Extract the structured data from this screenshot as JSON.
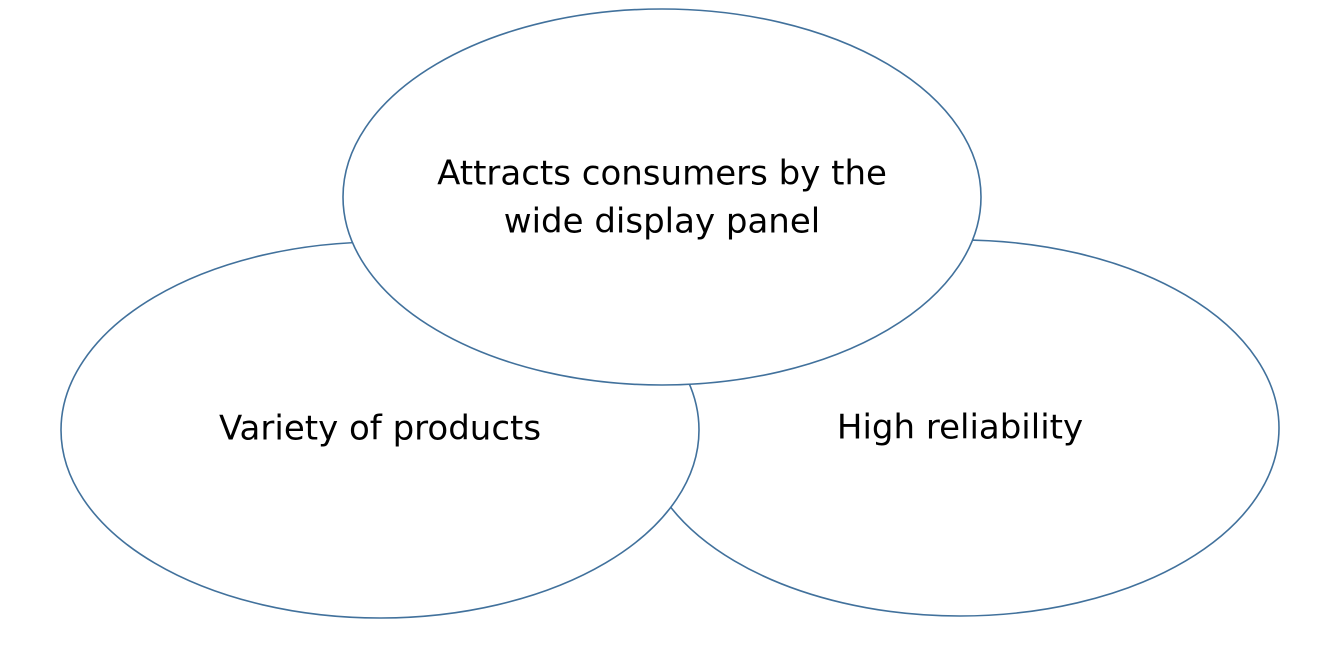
{
  "diagram": {
    "stroke_color": "#41719c",
    "fill_color": "#ffffff",
    "text_color": "#000000",
    "nodes": [
      {
        "id": "right",
        "lines": [
          "High reliability"
        ]
      },
      {
        "id": "left",
        "lines": [
          "Variety of products"
        ]
      },
      {
        "id": "top",
        "lines": [
          "Attracts consumers by the",
          "wide display panel"
        ]
      }
    ]
  }
}
